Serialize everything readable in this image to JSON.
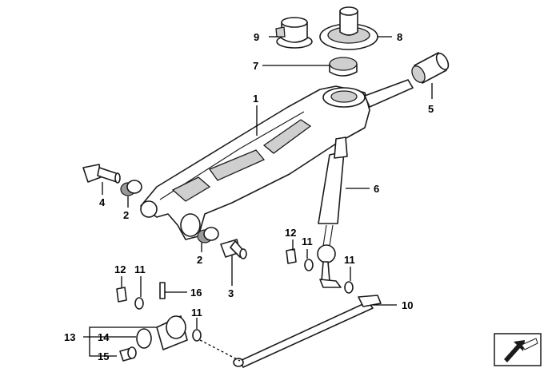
{
  "callouts": {
    "c1": "1",
    "c2a": "2",
    "c2b": "2",
    "c3": "3",
    "c4": "4",
    "c5": "5",
    "c6": "6",
    "c7": "7",
    "c8": "8",
    "c9": "9",
    "c10": "10",
    "c11a": "11",
    "c11b": "11",
    "c11c": "11",
    "c11d": "11",
    "c12a": "12",
    "c12b": "12",
    "c13": "13",
    "c14": "14",
    "c15": "15",
    "c16": "16"
  },
  "icons": {
    "corner": "view-direction-arrow-icon"
  },
  "colors": {
    "line": "#1a1a1a",
    "shade": "#cfcfcf",
    "background": "#ffffff"
  }
}
